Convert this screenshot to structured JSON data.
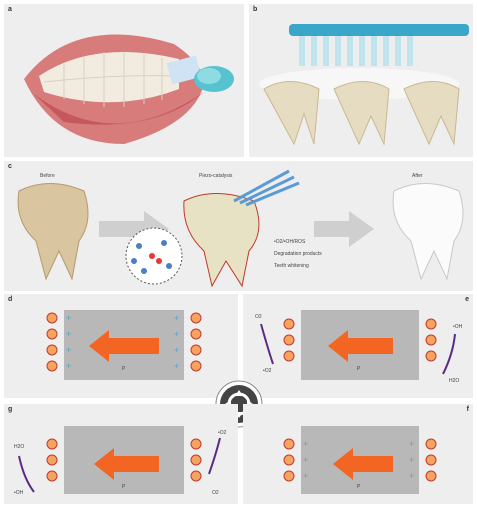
{
  "panels": {
    "a": {
      "label": "a"
    },
    "b": {
      "label": "b"
    },
    "c": {
      "label": "c",
      "before": "Before",
      "piezo": "Piezo-catalysis",
      "after": "After",
      "legend": [
        "•O2/•OH/ROS",
        "Degradation products",
        "Teeth whitening"
      ]
    },
    "d": {
      "label": "d",
      "p_label": "P"
    },
    "e": {
      "label": "e",
      "p_label": "P",
      "species": [
        "O2",
        "•O2",
        "•OH",
        "H2O"
      ]
    },
    "g": {
      "label": "g",
      "p_label": "P",
      "species": [
        "H2O",
        "•OH",
        "•O2",
        "O2"
      ]
    },
    "f": {
      "label": "f",
      "p_label": "P"
    }
  },
  "colors": {
    "panel_bg": "#eeeeee",
    "slab": "#b8b8b8",
    "arrow": "#f26522",
    "plus": "#4da8d8",
    "minus_fill": "#f4a460",
    "minus_ring": "#c0392b",
    "purple": "#5b2c83"
  },
  "icons": [
    "mouth-icon",
    "toothbrush-icon",
    "tooth-icon",
    "cycle-icon"
  ]
}
